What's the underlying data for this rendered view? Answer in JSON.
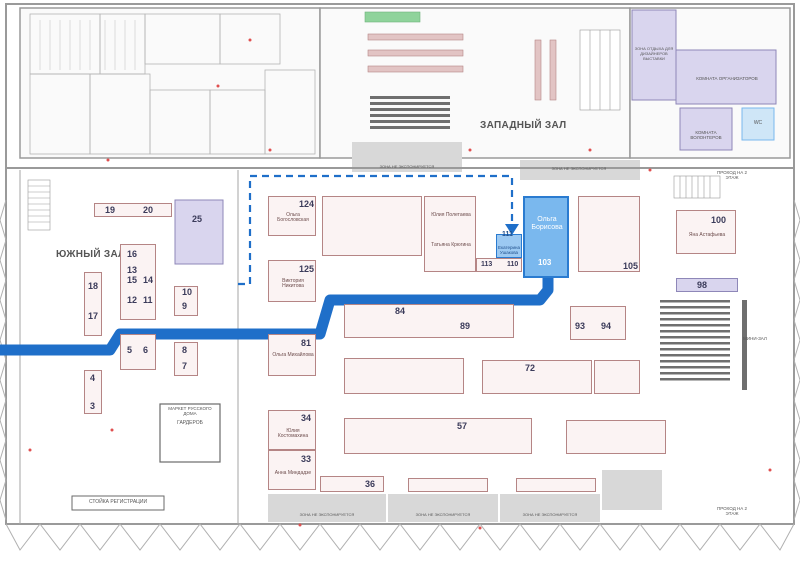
{
  "halls": {
    "south": "ЮЖНЫЙ ЗАЛ",
    "west": "ЗАПАДНЫЙ ЗАЛ"
  },
  "highlighted": {
    "main": {
      "number": "103",
      "name": "Ольга Борисова"
    },
    "second": {
      "number": "111",
      "name": "Екатерина Ушакова"
    }
  },
  "numbered_stands": {
    "s124": "124",
    "s125": "125",
    "s81": "81",
    "s34": "34",
    "s33": "33",
    "s36": "36",
    "s25": "25",
    "s19": "19",
    "s20": "20",
    "s16": "16",
    "s15": "15",
    "s14": "14",
    "s13": "13",
    "s12": "12",
    "s11": "11",
    "s18": "18",
    "s17": "17",
    "s10": "10",
    "s9": "9",
    "s8": "8",
    "s7": "7",
    "s6": "6",
    "s5": "5",
    "s4": "4",
    "s3": "3",
    "s113": "113",
    "s110": "110",
    "s105": "105",
    "s100": "100",
    "s98": "98",
    "s84": "84",
    "s89": "89",
    "s93": "93",
    "s94": "94",
    "s72": "72",
    "s57": "57"
  },
  "labels": {
    "s124_name": "Ольга Богословская",
    "s125_name": "Виктория Никитова",
    "s81_name": "Ольга Михайлова",
    "s34_name": "Юлия Костомахина",
    "s33_name": "Анна Миндадзе",
    "s100_name": "Яна Астафьева",
    "tatiana": "Татьяна Крюгина",
    "yulia_p": "Юлия Полетаева",
    "no_expo_a": "ЗОНА НЕ ЭКСПОНИРУЕТСЯ",
    "no_expo_b": "ЗОНА НЕ ЭКСПОНИРУЕТСЯ",
    "no_expo_c": "ЗОНА НЕ ЭКСПОНИРУЕТСЯ",
    "no_expo_d": "ЗОНА НЕ ЭКСПОНИРУЕТСЯ",
    "no_expo_e": "ЗОНА НЕ ЭКСПОНИРУЕТСЯ",
    "registration": "СТОЙКА РЕГИСТРАЦИИ",
    "wardrobe": "ГАРДЕРОБ",
    "russian_house": "МАРКЕТ РУССКОГО ДОМА",
    "entrance_second": "ПРОХОД НА 2 ЭТАЖ",
    "entrance_second_b": "ПРОХОД НА 2 ЭТАЖ",
    "designers_zone": "ЗОНА ОТДЫХА ДЛЯ ДИЗАЙНЕРОВ ВЫСТАВКИ",
    "organizers_room": "КОМНАТА ОРГАНИЗАТОРОВ",
    "volunteers_room": "КОМНАТА ВОЛОНТЕРОВ",
    "wc": "WC",
    "mh": "МИНИ-ЗАЛ"
  },
  "colors": {
    "route_blue": "#1f6fc9",
    "highlight_fill": "#7ab8ee",
    "stand_border": "#b58585",
    "purple_room": "#d9d5ee",
    "wall": "#9a9a9a"
  }
}
